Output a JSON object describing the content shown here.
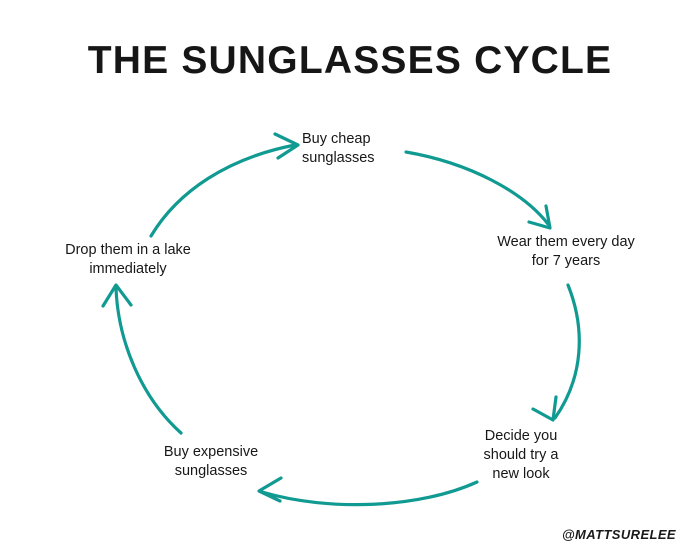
{
  "title": "THE SUNGLASSES CYCLE",
  "watermark": "@MATTSURELEE",
  "colors": {
    "background": "#ffffff",
    "title_text": "#161616",
    "label_text": "#171717",
    "arrow_teal": "#109a91"
  },
  "diagram": {
    "type": "cycle",
    "direction": "clockwise",
    "steps": [
      {
        "id": "buy-cheap-sunglasses",
        "label": "Buy cheap\nsunglasses"
      },
      {
        "id": "wear-them-every-day",
        "label": "Wear them every day\nfor 7 years"
      },
      {
        "id": "decide-new-look",
        "label": "Decide you\nshould try a\nnew look"
      },
      {
        "id": "buy-expensive-sunglasses",
        "label": "Buy expensive\nsunglasses"
      },
      {
        "id": "drop-them-in-a-lake",
        "label": "Drop them in a lake\nimmediately"
      }
    ],
    "arrows": [
      {
        "from": "buy-cheap-sunglasses",
        "to": "wear-them-every-day",
        "name": "arrow-cheap-to-wear"
      },
      {
        "from": "wear-them-every-day",
        "to": "decide-new-look",
        "name": "arrow-wear-to-decide"
      },
      {
        "from": "decide-new-look",
        "to": "buy-expensive-sunglasses",
        "name": "arrow-decide-to-expensive"
      },
      {
        "from": "buy-expensive-sunglasses",
        "to": "drop-them-in-a-lake",
        "name": "arrow-expensive-to-drop"
      },
      {
        "from": "drop-them-in-a-lake",
        "to": "buy-cheap-sunglasses",
        "name": "arrow-drop-to-cheap"
      }
    ]
  }
}
